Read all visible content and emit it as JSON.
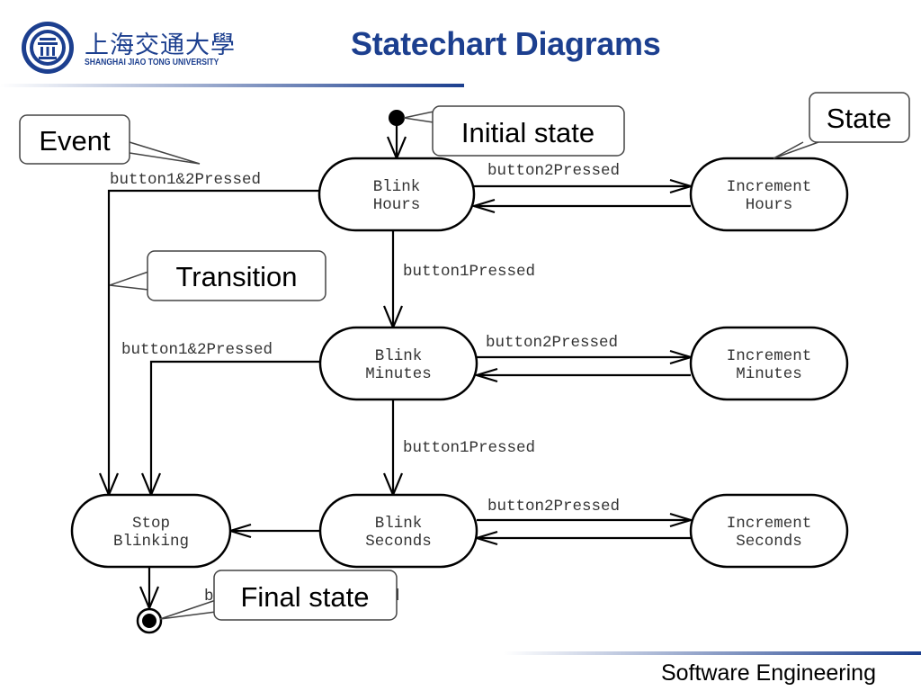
{
  "header": {
    "title": "Statechart Diagrams",
    "logo": {
      "cn": "上海交通大學",
      "en": "SHANGHAI  JIAO TONG  UNIVERSITY"
    }
  },
  "footer": {
    "text": "Software Engineering"
  },
  "diagram": {
    "states": {
      "blink_hours": [
        "Blink",
        "Hours"
      ],
      "increment_hours": [
        "Increment",
        "Hours"
      ],
      "blink_minutes": [
        "Blink",
        "Minutes"
      ],
      "increment_minutes": [
        "Increment",
        "Minutes"
      ],
      "blink_seconds": [
        "Blink",
        "Seconds"
      ],
      "increment_seconds": [
        "Increment",
        "Seconds"
      ],
      "stop_blinking": [
        "Stop",
        "Blinking"
      ]
    },
    "events": {
      "b2_hours": "button2Pressed",
      "b2_minutes": "button2Pressed",
      "b2_seconds": "button2Pressed",
      "b1_hours": "button1Pressed",
      "b1_minutes": "button1Pressed",
      "b12_hours": "button1&2Pressed",
      "b12_minutes": "button1&2Pressed",
      "hidden_left": "b",
      "hidden_right": "d"
    },
    "callouts": {
      "event": "Event",
      "initial_state": "Initial state",
      "state": "State",
      "transition": "Transition",
      "final_state": "Final state"
    }
  },
  "colors": {
    "title": "#1c3f8f",
    "accent_line": "#1c3f8f"
  },
  "icons": {
    "logo_emblem": "university-seal-icon"
  }
}
